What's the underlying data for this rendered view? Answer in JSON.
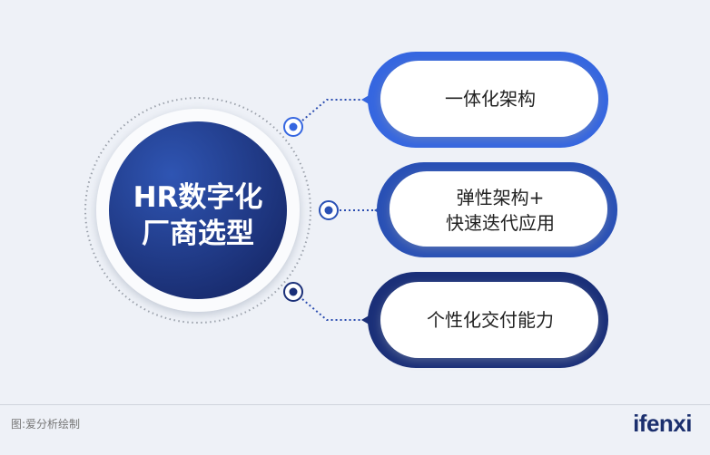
{
  "center": {
    "line1": "HR数字化",
    "line2": "厂商选型"
  },
  "items": [
    {
      "lines": [
        "一体化架构"
      ],
      "color": "#3566e0"
    },
    {
      "lines": [
        "弹性架构+",
        "快速迭代应用"
      ],
      "color": "#2950b5"
    },
    {
      "lines": [
        "个性化交付能力"
      ],
      "color": "#1a2f78"
    }
  ],
  "footer": {
    "caption": "图:爱分析绘制",
    "logo": "ifenxi"
  }
}
